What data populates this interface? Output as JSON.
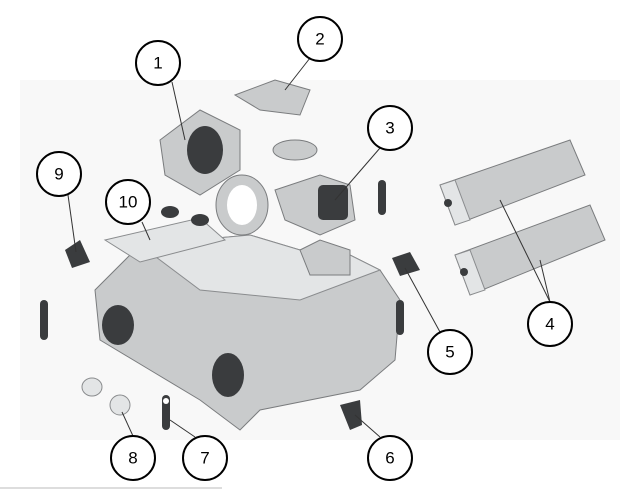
{
  "diagram": {
    "type": "exploded-view",
    "callouts": [
      {
        "label": "1"
      },
      {
        "label": "2"
      },
      {
        "label": "3"
      },
      {
        "label": "4"
      },
      {
        "label": "5"
      },
      {
        "label": "6"
      },
      {
        "label": "7"
      },
      {
        "label": "8"
      },
      {
        "label": "9"
      },
      {
        "label": "10"
      }
    ]
  }
}
